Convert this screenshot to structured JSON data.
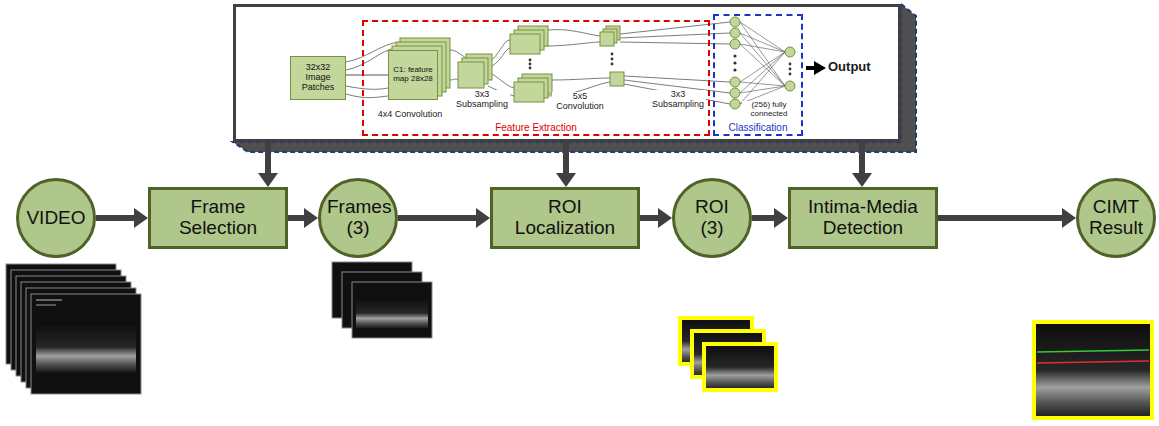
{
  "diagram": {
    "nodes": [
      {
        "text": []
      },
      {
        "text": [
          "32x32 Image Patches"
        ],
        "in": 0
      },
      {
        "text": [
          "Feature Extraction"
        ],
        "in": 0
      },
      {
        "text": [
          "C1: feature map 28x28"
        ],
        "in": 2
      },
      {
        "text": [
          "Classification"
        ],
        "in": 0
      },
      {
        "text": [
          "VIDEO"
        ]
      },
      {
        "text": [
          "Frame Selection"
        ]
      },
      {
        "text": [
          "Frames (3)"
        ]
      },
      {
        "text": [
          "ROI Localization"
        ]
      },
      {
        "text": [
          "ROI (3)"
        ]
      },
      {
        "text": [
          "Intima-Media Detection"
        ]
      },
      {
        "text": [
          "CIMT Result"
        ]
      }
    ],
    "edges": [
      {
        "from": 1,
        "to": 3,
        "arrow": "none"
      },
      {
        "from": 5,
        "to": 6,
        "arrow": "to"
      },
      {
        "from": 6,
        "to": 7,
        "arrow": "to"
      },
      {
        "from": 7,
        "to": 8,
        "arrow": "to"
      },
      {
        "from": 8,
        "to": 9,
        "arrow": "to"
      },
      {
        "from": 9,
        "to": 10,
        "arrow": "to"
      },
      {
        "from": 10,
        "to": 11,
        "arrow": "to"
      },
      {
        "from": 0,
        "to": 6,
        "arrow": "to"
      },
      {
        "from": 0,
        "to": 8,
        "arrow": "to"
      },
      {
        "from": 0,
        "to": 10,
        "arrow": "to"
      }
    ],
    "labels": [
      "4x4 Convolution",
      "3x3 Subsampling",
      "5x5 Convolution",
      "3x3 Subsampling",
      "(256) fully connected",
      "Output"
    ]
  }
}
